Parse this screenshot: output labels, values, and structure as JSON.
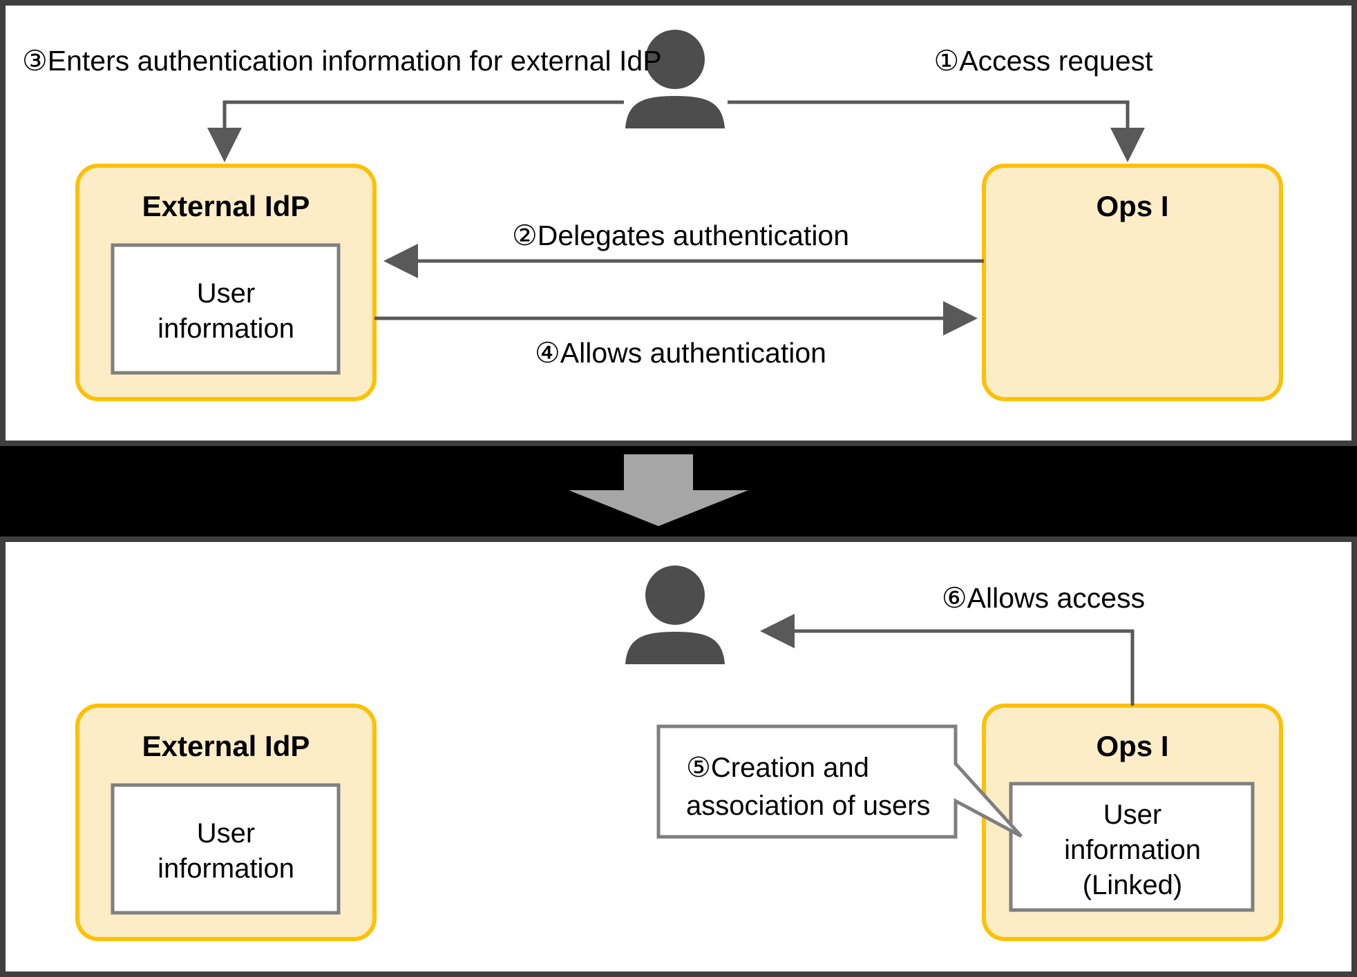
{
  "diagram": {
    "title_flow": "External IdP authentication linkage flow",
    "accent_box_fill": "#FCEDC7",
    "accent_box_stroke": "#FFC000",
    "arrow_color": "#595959",
    "person_color": "#4D4D4D",
    "band_color": "#000000",
    "band_arrow_color": "#A6A6A6",
    "inner_box_fill": "#FFFFFF",
    "inner_box_stroke": "#7F7F7F"
  },
  "top_panel": {
    "steps": {
      "step3": "③Enters authentication information for external IdP",
      "step1": "①Access request",
      "step2": "②Delegates authentication",
      "step4": "④Allows authentication"
    },
    "external_idp": {
      "title": "External IdP",
      "inner_line1": "User",
      "inner_line2": "information"
    },
    "ops": {
      "title": "Ops I"
    },
    "person_name": "user-person-icon"
  },
  "bottom_panel": {
    "steps": {
      "step6": "⑥Allows access",
      "step5_line1": "⑤Creation and",
      "step5_line2": "association of users"
    },
    "external_idp": {
      "title": "External IdP",
      "inner_line1": "User",
      "inner_line2": "information"
    },
    "ops": {
      "title": "Ops I",
      "inner_line1": "User",
      "inner_line2": "information",
      "inner_line3": "(Linked)"
    },
    "person_name": "user-person-icon"
  }
}
